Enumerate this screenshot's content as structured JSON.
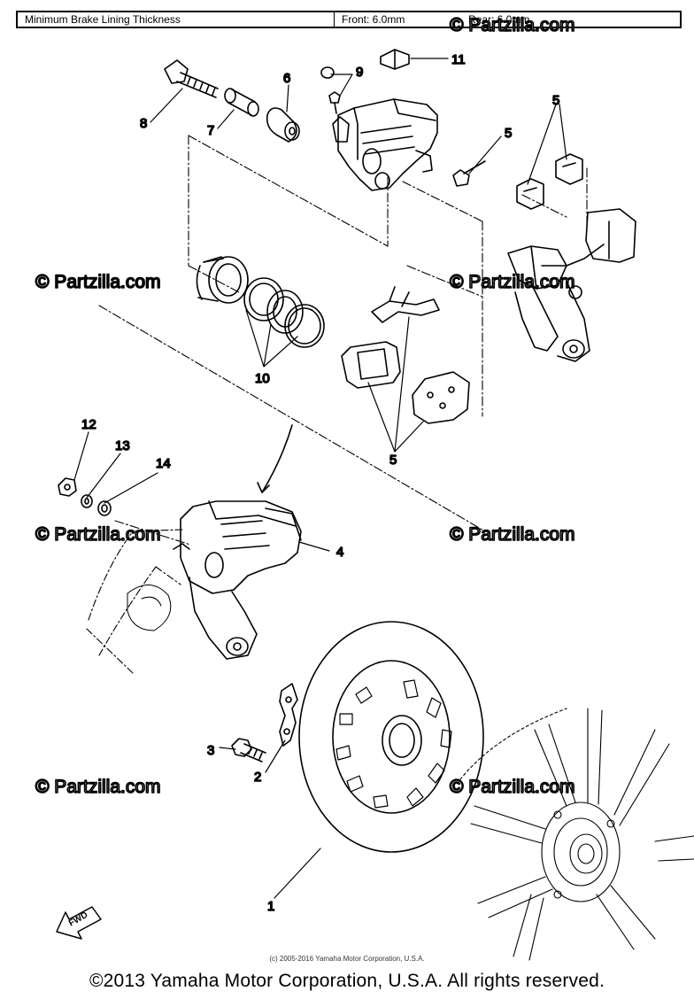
{
  "spec": {
    "label": "Minimum Brake Lining Thickness",
    "front": "Front: 6.0mm",
    "rear": "Rear: 6.0mm"
  },
  "watermarks": {
    "main": "© Partzilla.com",
    "faint": "© Partzilla.com"
  },
  "callouts": [
    "1",
    "2",
    "3",
    "4",
    "5",
    "5",
    "5",
    "6",
    "7",
    "8",
    "9",
    "10",
    "11",
    "12",
    "13",
    "14"
  ],
  "fwd_label": "FWD",
  "copyright_small": "(c) 2005-2016 Yamaha Motor Corporation, U.S.A.",
  "copyright": "©2013 Yamaha Motor Corporation, U.S.A. All rights reserved."
}
